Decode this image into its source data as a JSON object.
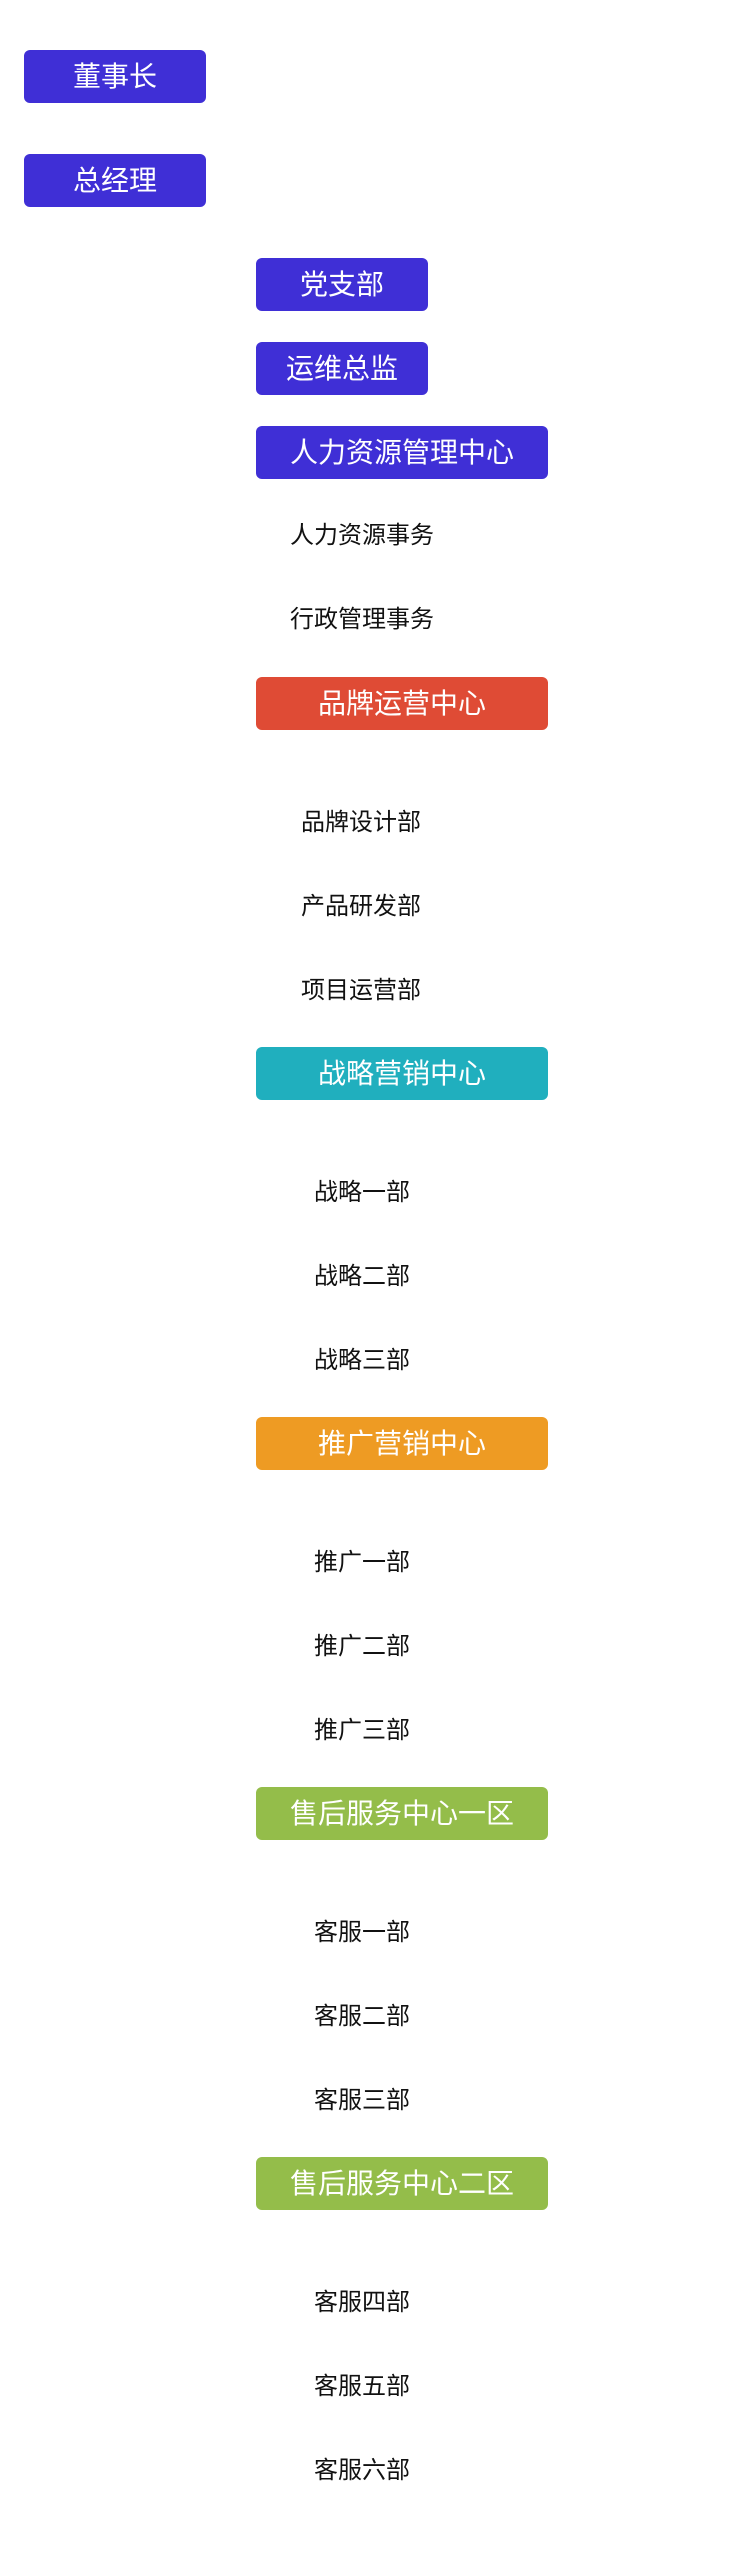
{
  "colors": {
    "executive": "#3F2FD6",
    "brand": "#DF4B35",
    "strategy": "#20AFBE",
    "promotion": "#EE9B23",
    "aftersales": "#94BD4A"
  },
  "top": {
    "chairman": "董事长",
    "gm": "总经理"
  },
  "executive": {
    "party_branch": "党支部",
    "ops_director": "运维总监",
    "hr_center": "人力资源管理中心",
    "hr_items": [
      "人力资源事务",
      "行政管理事务"
    ]
  },
  "centers": [
    {
      "title": "品牌运营中心",
      "items": [
        "品牌设计部",
        "产品研发部",
        "项目运营部"
      ]
    },
    {
      "title": "战略营销中心",
      "items": [
        "战略一部",
        "战略二部",
        "战略三部"
      ]
    },
    {
      "title": "推广营销中心",
      "items": [
        "推广一部",
        "推广二部",
        "推广三部"
      ]
    },
    {
      "title": "售后服务中心一区",
      "items": [
        "客服一部",
        "客服二部",
        "客服三部"
      ]
    },
    {
      "title": "售后服务中心二区",
      "items": [
        "客服四部",
        "客服五部",
        "客服六部"
      ]
    }
  ]
}
